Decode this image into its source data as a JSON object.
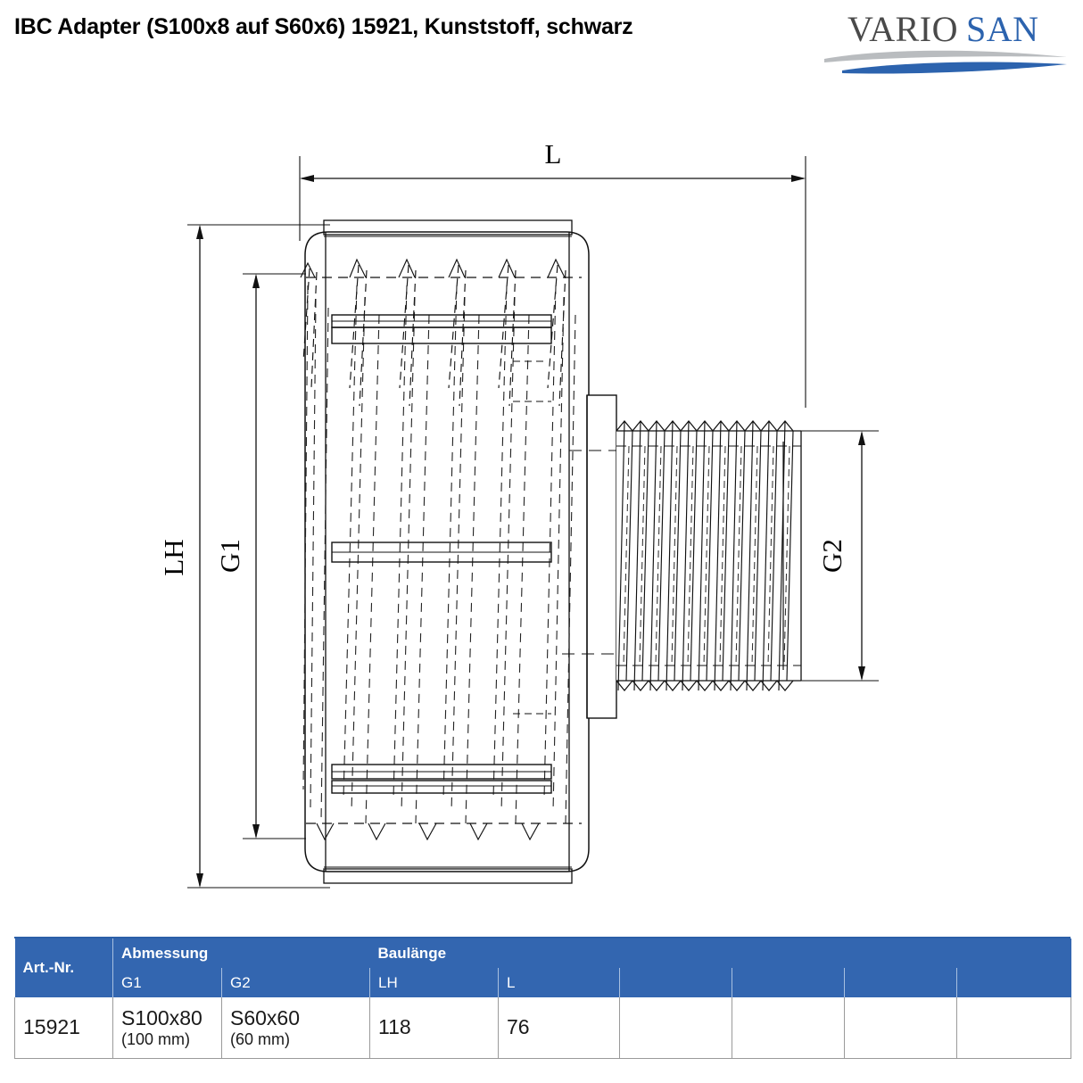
{
  "header": {
    "title": "IBC Adapter (S100x8 auf S60x6) 15921, Kunststoff, schwarz",
    "logo": {
      "text_part1": "VARIO",
      "text_part2": "SAN",
      "color_part1": "#4a4a4a",
      "color_part2": "#2c63ae",
      "swoosh_gray": "#b9bcbf",
      "swoosh_blue": "#2c63ae",
      "alt": "variosan-logo"
    }
  },
  "drawing": {
    "alt": "technical-drawing-ibc-adapter",
    "dimension_labels": {
      "length": "L",
      "total_height": "LH",
      "thread_large": "G1",
      "thread_small": "G2"
    },
    "line_color": "#000000",
    "hidden_line_style": "dashed"
  },
  "table": {
    "header_color": "#3366b0",
    "header_row1": [
      {
        "label": "Art.-Nr.",
        "span_rows": 2
      },
      {
        "label": "Abmessung",
        "span_cols": 2
      },
      {
        "label": "Baulänge",
        "span_cols": 2
      },
      {
        "label": "",
        "span_cols": 4
      }
    ],
    "header_row2": [
      "G1",
      "G2",
      "LH",
      "L",
      "",
      "",
      "",
      ""
    ],
    "rows": [
      {
        "art_nr": "15921",
        "g1_main": "S100x80",
        "g1_sub": "(100 mm)",
        "g2_main": "S60x60",
        "g2_sub": "(60 mm)",
        "lh": "118",
        "l": "76",
        "extra1": "",
        "extra2": "",
        "extra3": "",
        "extra4": ""
      }
    ]
  }
}
